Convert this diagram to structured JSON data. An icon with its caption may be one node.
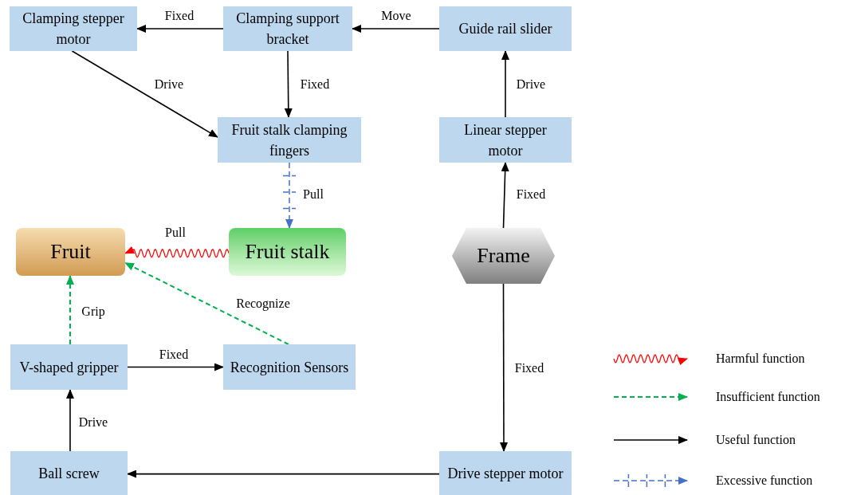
{
  "diagram": {
    "nodes": [
      {
        "text": [
          "Clamping stepper motor"
        ]
      },
      {
        "text": [
          "Clamping support bracket"
        ]
      },
      {
        "text": [
          "Guide rail slider"
        ]
      },
      {
        "text": [
          "Fruit stalk clamping fingers"
        ]
      },
      {
        "text": [
          "Linear stepper motor"
        ]
      },
      {
        "text": [
          "Fruit"
        ]
      },
      {
        "text": [
          "Fruit stalk"
        ]
      },
      {
        "text": [
          "Frame"
        ]
      },
      {
        "text": [
          "V-shaped gripper"
        ]
      },
      {
        "text": [
          "Recognition Sensors"
        ]
      },
      {
        "text": [
          "Ball screw"
        ]
      },
      {
        "text": [
          "Drive stepper motor"
        ]
      }
    ],
    "edges": [
      {
        "from": 1,
        "to": 0,
        "arrow": "to",
        "label": "Fixed"
      },
      {
        "from": 2,
        "to": 1,
        "arrow": "to",
        "label": "Move"
      },
      {
        "from": 0,
        "to": 3,
        "arrow": "to",
        "label": "Drive"
      },
      {
        "from": 1,
        "to": 3,
        "arrow": "to",
        "label": "Fixed"
      },
      {
        "from": 4,
        "to": 2,
        "arrow": "to",
        "label": "Drive"
      },
      {
        "from": 7,
        "to": 4,
        "arrow": "to",
        "label": "Fixed"
      },
      {
        "from": 3,
        "to": 6,
        "arrow": "to",
        "label": "Pull",
        "style": "dashed",
        "color": "#4472c4"
      },
      {
        "from": 6,
        "to": 5,
        "arrow": "to",
        "label": "Pull",
        "color": "#ff0000"
      },
      {
        "from": 9,
        "to": 5,
        "arrow": "to",
        "label": "Recognize",
        "style": "dashed",
        "color": "#00b050"
      },
      {
        "from": 8,
        "to": 5,
        "arrow": "to",
        "label": "Grip",
        "style": "dashed",
        "color": "#00b050"
      },
      {
        "from": 8,
        "to": 9,
        "arrow": "to",
        "label": "Fixed"
      },
      {
        "from": 10,
        "to": 8,
        "arrow": "to",
        "label": "Drive"
      },
      {
        "from": 11,
        "to": 10,
        "arrow": "to"
      },
      {
        "from": 7,
        "to": 11,
        "arrow": "to",
        "label": "Fixed"
      }
    ],
    "legend": [
      {
        "text": "Harmful function"
      },
      {
        "text": "Insufficient function"
      },
      {
        "text": "Useful function"
      },
      {
        "text": "Excessive function"
      }
    ]
  }
}
